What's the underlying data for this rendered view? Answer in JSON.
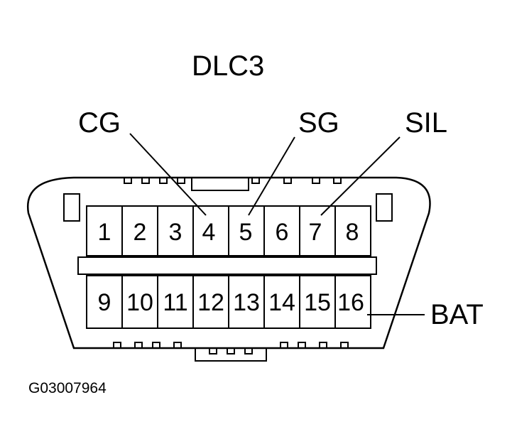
{
  "title": "DLC3",
  "figure_code": "G03007964",
  "labels": {
    "cg": "CG",
    "sg": "SG",
    "sil": "SIL",
    "bat": "BAT"
  },
  "pins_top": [
    "1",
    "2",
    "3",
    "4",
    "5",
    "6",
    "7",
    "8"
  ],
  "pins_bottom": [
    "9",
    "10",
    "11",
    "12",
    "13",
    "14",
    "15",
    "16"
  ]
}
